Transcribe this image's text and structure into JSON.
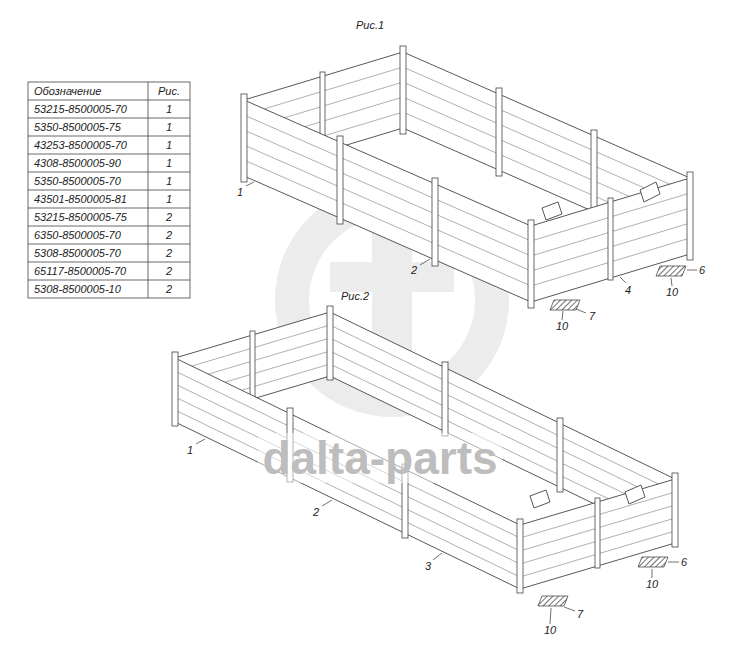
{
  "diagram": {
    "labels": [
      "Рис.1",
      "Обозначение",
      "Рис.",
      "53215-8500005-70",
      "1",
      "5350-8500005-75",
      "1",
      "43253-8500005-70",
      "1",
      "4308-8500005-90",
      "1",
      "5350-8500005-70",
      "1",
      "43501-8500005-81",
      "1",
      "53215-8500005-75",
      "2",
      "6350-8500005-70",
      "2",
      "5308-8500005-70",
      "2",
      "65117-8500005-70",
      "2",
      "5308-8500005-10",
      "2",
      "1",
      "2",
      "4",
      "6",
      "10",
      "7",
      "10",
      "Рис.2",
      "1",
      "2",
      "3",
      "6",
      "10",
      "7",
      "10",
      "dalta-parts"
    ]
  }
}
